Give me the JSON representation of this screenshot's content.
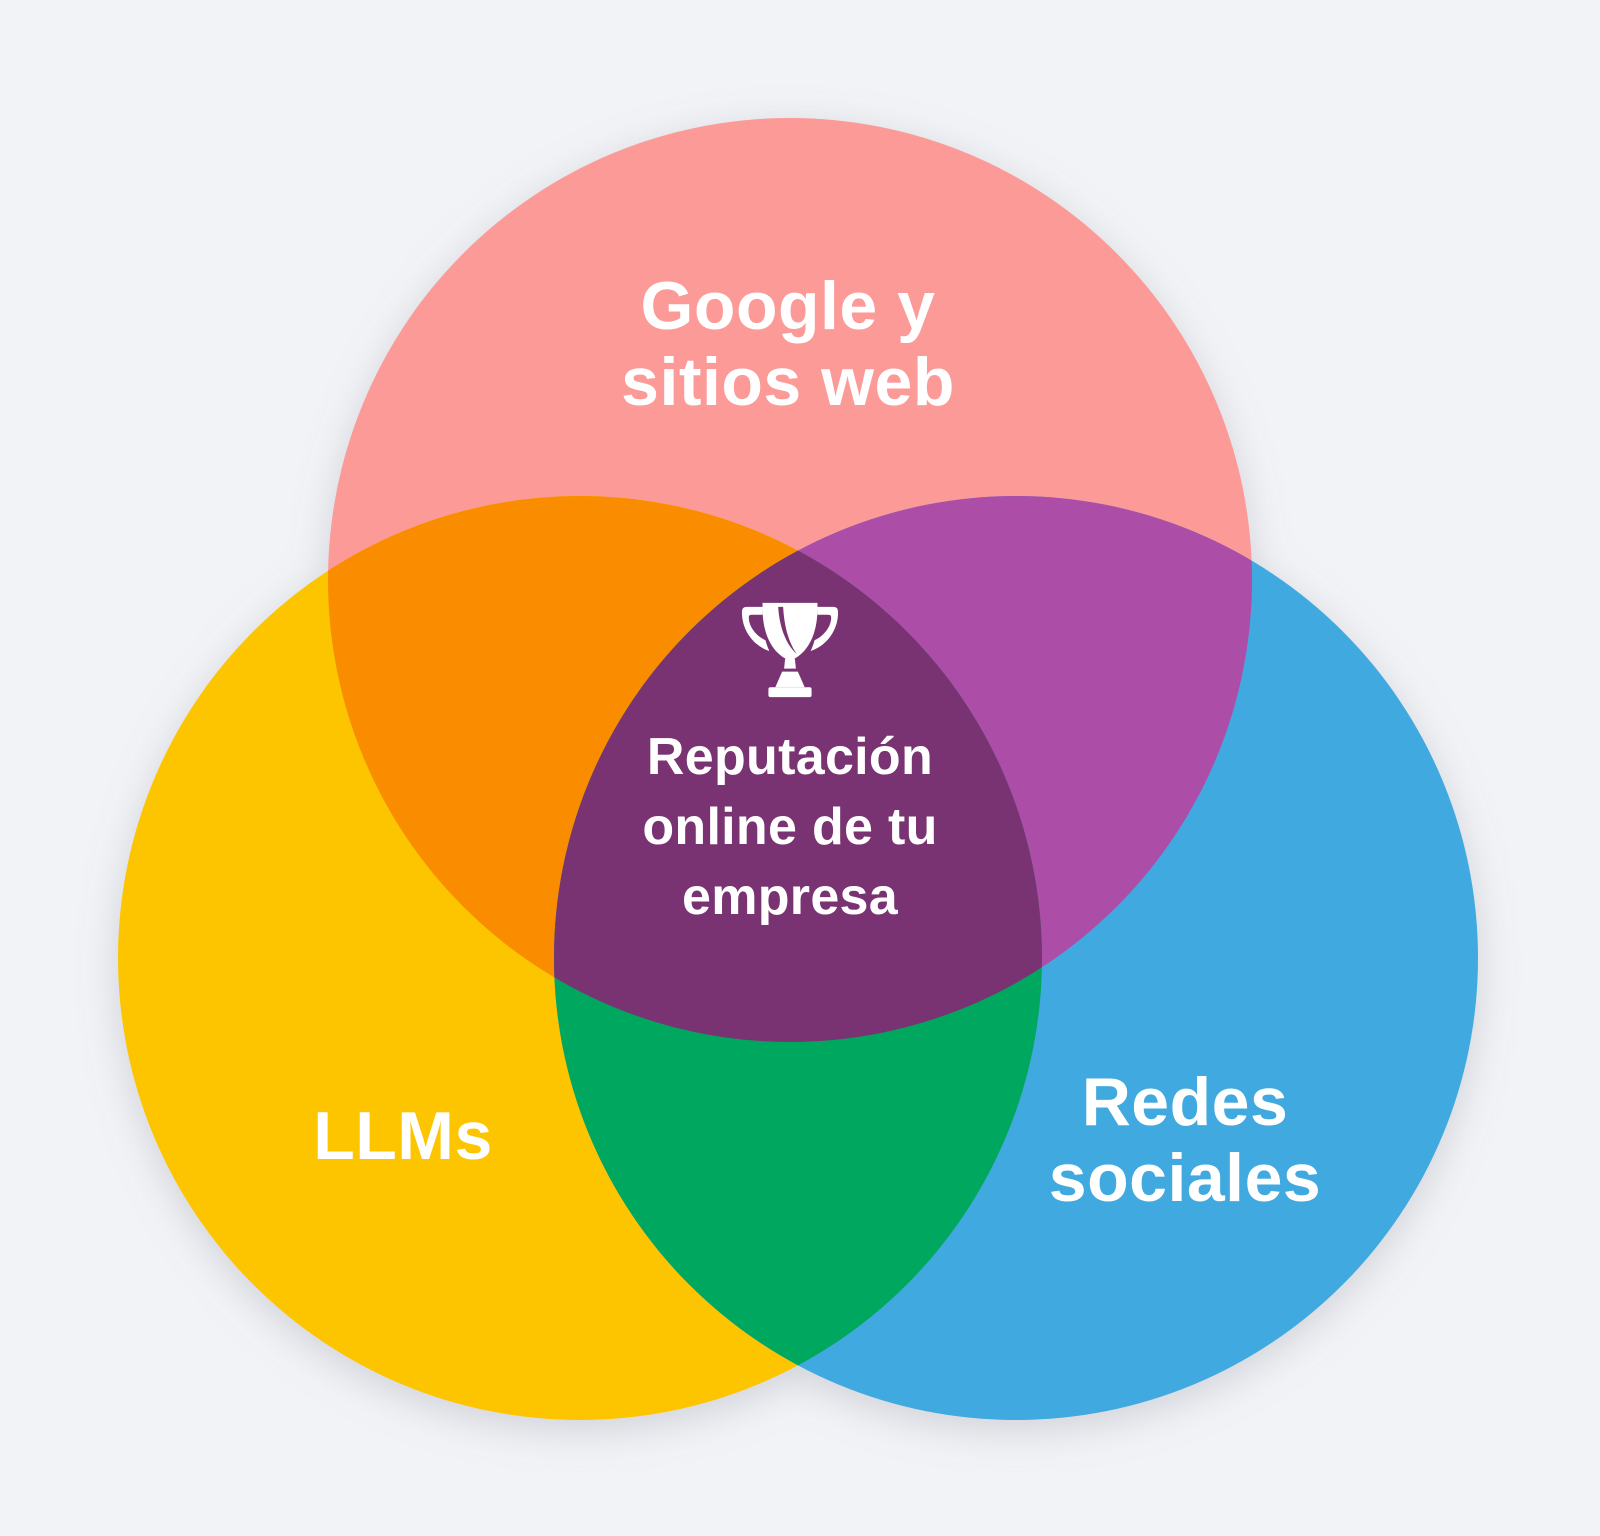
{
  "background": "#F2F3F6",
  "diagram": {
    "type": "venn-3-circles",
    "text_color": "#FFFFFF",
    "center": {
      "icon": "trophy-icon",
      "label": "Reputación\nonline de tu\nempresa",
      "color": "#793372"
    },
    "circles": [
      {
        "id": "google-sitios-web",
        "label": "Google y\nsitios web",
        "color": "#FC9A98"
      },
      {
        "id": "llms",
        "label": "LLMs",
        "color": "#FDC500"
      },
      {
        "id": "redes-sociales",
        "label": "Redes\nsociales",
        "color": "#3FA9DF"
      }
    ],
    "overlaps": [
      {
        "between": "google-llms",
        "color": "#FA8C00"
      },
      {
        "between": "google-redes",
        "color": "#AC4EA8"
      },
      {
        "between": "llms-redes",
        "color": "#00A75E"
      }
    ]
  }
}
